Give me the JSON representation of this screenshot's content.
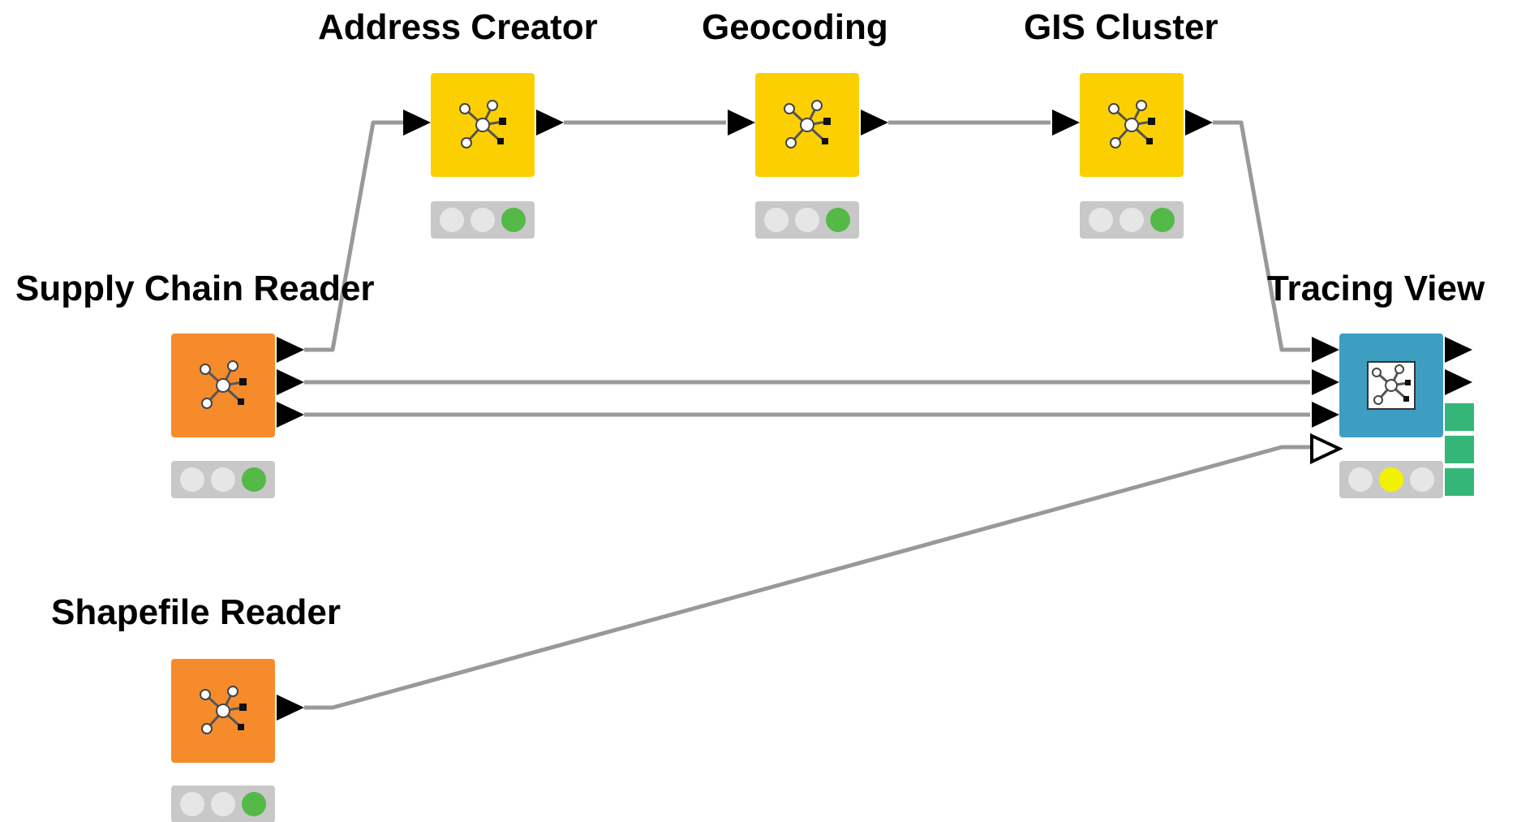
{
  "workflow": {
    "nodes": [
      {
        "id": "address-creator",
        "title": "Address Creator",
        "kind": "manipulator",
        "color": "#fcd000",
        "status": [
          "off",
          "off",
          "green"
        ]
      },
      {
        "id": "geocoding",
        "title": "Geocoding",
        "kind": "manipulator",
        "color": "#fcd000",
        "status": [
          "off",
          "off",
          "green"
        ]
      },
      {
        "id": "gis-cluster",
        "title": "GIS Cluster",
        "kind": "manipulator",
        "color": "#fcd000",
        "status": [
          "off",
          "off",
          "green"
        ]
      },
      {
        "id": "supply-chain-reader",
        "title": "Supply Chain Reader",
        "kind": "source",
        "color": "#f68b2c",
        "status": [
          "off",
          "off",
          "green"
        ]
      },
      {
        "id": "tracing-view",
        "title": "Tracing View",
        "kind": "view",
        "color": "#3d9ec1",
        "status": [
          "off",
          "yellow",
          "off"
        ]
      },
      {
        "id": "shapefile-reader",
        "title": "Shapefile Reader",
        "kind": "source",
        "color": "#f68b2c",
        "status": [
          "off",
          "off",
          "green"
        ]
      }
    ],
    "connections": [
      {
        "from": "supply-chain-reader",
        "out_port": 1,
        "to": "address-creator",
        "in_port": 1
      },
      {
        "from": "address-creator",
        "out_port": 1,
        "to": "geocoding",
        "in_port": 1
      },
      {
        "from": "geocoding",
        "out_port": 1,
        "to": "gis-cluster",
        "in_port": 1
      },
      {
        "from": "gis-cluster",
        "out_port": 1,
        "to": "tracing-view",
        "in_port": 1
      },
      {
        "from": "supply-chain-reader",
        "out_port": 2,
        "to": "tracing-view",
        "in_port": 2
      },
      {
        "from": "supply-chain-reader",
        "out_port": 3,
        "to": "tracing-view",
        "in_port": 3
      },
      {
        "from": "shapefile-reader",
        "out_port": 1,
        "to": "tracing-view",
        "in_port": 4
      }
    ],
    "colors": {
      "connection": "#999999",
      "status_off": "#e6e6e6",
      "status_tray": "#c8c8c8",
      "status_green": "#55b948",
      "status_yellow": "#f2f200",
      "side_badge": "#34b679"
    }
  }
}
